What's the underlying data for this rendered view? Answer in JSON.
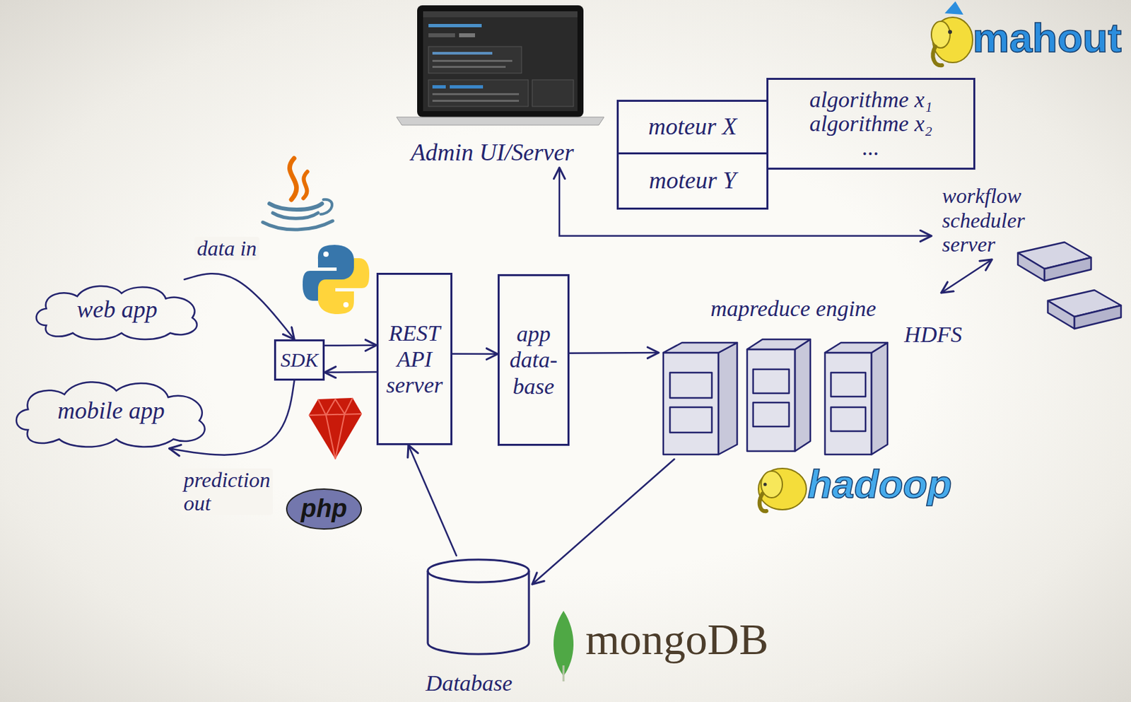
{
  "diagram": {
    "nodes": [
      {
        "text": [
          "Admin UI/Server"
        ]
      },
      {
        "text": [
          "moteur X"
        ]
      },
      {
        "text": [
          "moteur Y"
        ]
      },
      {
        "text": [
          "algorithme x₁",
          "algorithme x₂",
          "..."
        ]
      },
      {
        "text": [
          "workflow scheduler server"
        ]
      },
      {
        "text": [
          "web app"
        ]
      },
      {
        "text": [
          "SDK"
        ]
      },
      {
        "text": [
          "REST API server"
        ]
      },
      {
        "text": [
          "app data-base"
        ]
      },
      {
        "text": [
          "mapreduce engine",
          "HDFS"
        ]
      },
      {
        "text": [
          "mobile app"
        ]
      },
      {
        "text": [
          "Database"
        ]
      }
    ],
    "edges": [
      {
        "from": 5,
        "to": 6,
        "arrow": "to",
        "label": "data in"
      },
      {
        "from": 6,
        "to": 10,
        "arrow": "to",
        "label": "prediction out"
      },
      {
        "from": 6,
        "to": 7,
        "arrow": "to"
      },
      {
        "from": 7,
        "to": 6,
        "arrow": "to"
      },
      {
        "from": 7,
        "to": 8,
        "arrow": "to"
      },
      {
        "from": 8,
        "to": 9,
        "arrow": "to"
      },
      {
        "from": 9,
        "to": 11,
        "arrow": "to"
      },
      {
        "from": 11,
        "to": 7,
        "arrow": "to"
      },
      {
        "from": 4,
        "to": 9,
        "arrow": "both"
      },
      {
        "from": 0,
        "to": 4,
        "arrow": "both"
      }
    ],
    "labels": [
      "mahout",
      "php",
      "hadoop",
      "mongoDB"
    ]
  }
}
